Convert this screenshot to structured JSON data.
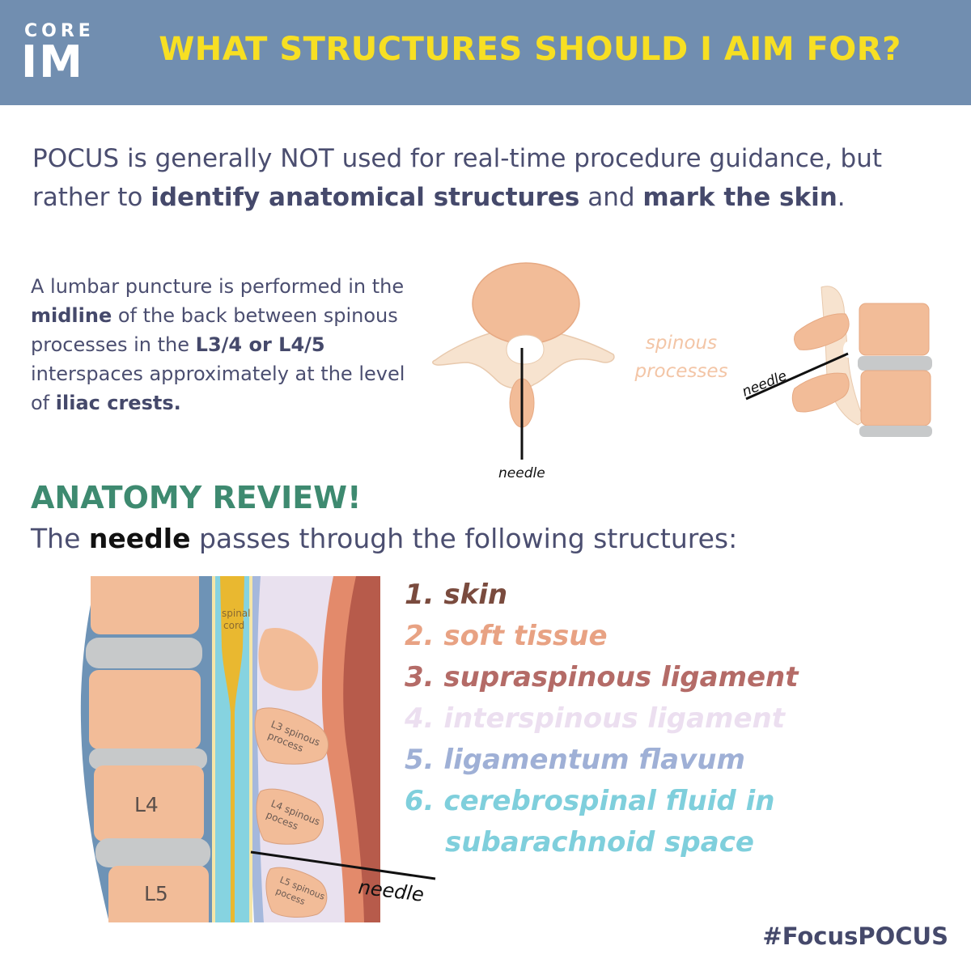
{
  "header": {
    "logo_top": "CORE",
    "logo_bottom": "IM",
    "title": "WHAT STRUCTURES SHOULD I AIM FOR?"
  },
  "intro": {
    "part1": "POCUS is generally NOT used for real-time procedure guidance, but rather to ",
    "bold1": "identify anatomical structures",
    "part2": " and ",
    "bold2": "mark the skin",
    "part3": "."
  },
  "description": {
    "t1": "A lumbar puncture is performed in the ",
    "b1": "midline",
    "t2": " of the back between spinous processes in the ",
    "b2": "L3/4 or L4/5",
    "t3": " interspaces approximately at the level of ",
    "b3": "iliac crests."
  },
  "top_figures": {
    "needle_label_left": "needle",
    "spinous_label_line1": "spinous",
    "spinous_label_line2": "processes",
    "needle_label_right": "needle"
  },
  "anatomy": {
    "title": "ANATOMY REVIEW!",
    "sentence_pre": "The ",
    "sentence_bold": "needle",
    "sentence_post": " passes through the following structures:"
  },
  "sagittal_figure": {
    "spinal_cord_line1": "spinal",
    "spinal_cord_line2": "cord",
    "l3_line1": "L3 spinous",
    "l3_line2": "process",
    "l4_line1": "L4 spinous",
    "l4_line2": "pocess",
    "l5_line1": "L5 spinous",
    "l5_line2": "pocess",
    "vertebra_l4": "L4",
    "vertebra_l5": "L5",
    "needle_label": "needle"
  },
  "structures": [
    "1. skin",
    "2. soft tissue",
    "3. supraspinous ligament",
    "4. interspinous ligament",
    "5. ligamentum flavum",
    "6. cerebrospinal fluid in",
    "subarachnoid space"
  ],
  "hashtag": "#FocusPOCUS",
  "colors": {
    "header_bg": "#718eb0",
    "title_yellow": "#f7df23",
    "anatomy_green": "#3e8a70",
    "bone": "#f2bc98",
    "bone_light": "#f7e3cf",
    "disc": "#c7c9ca",
    "skin": "#b75b4b",
    "soft_tissue": "#e38a6b",
    "interspinous": "#e9e1ef",
    "flavum": "#a5b8dc",
    "csf": "#86d3e0",
    "cord": "#e9b830"
  }
}
